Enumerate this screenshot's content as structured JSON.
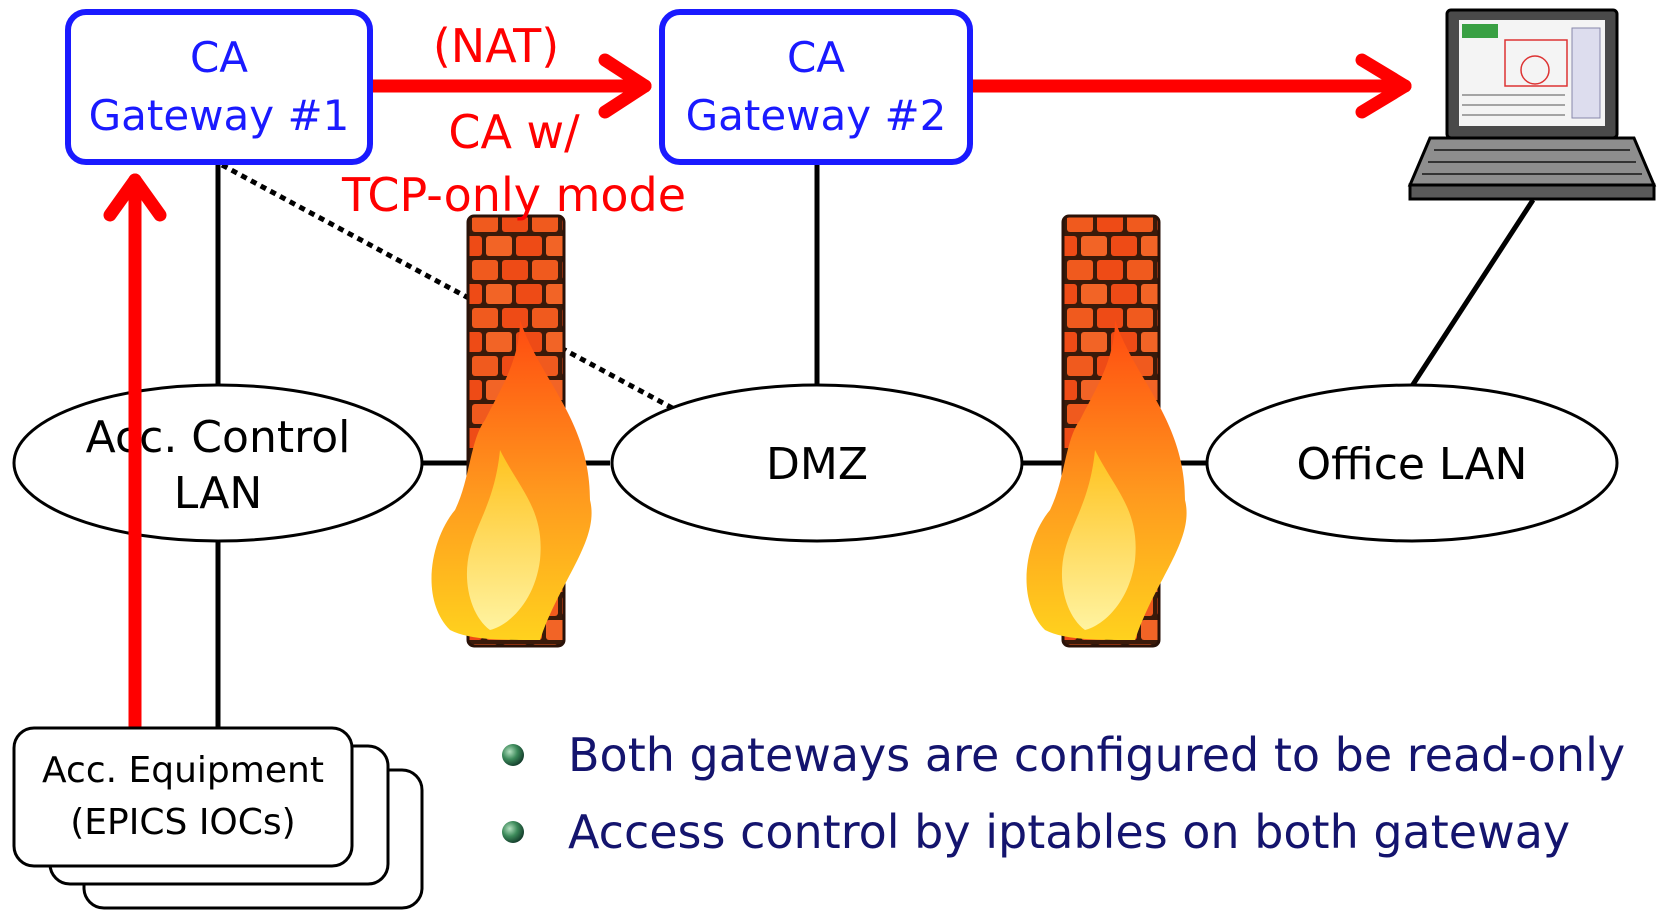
{
  "gateway1": {
    "line1": "CA",
    "line2": "Gateway #1"
  },
  "gateway2": {
    "line1": "CA",
    "line2": "Gateway #2"
  },
  "link_label": {
    "top": "(NAT)",
    "line1": "CA w/",
    "line2": "TCP-only mode"
  },
  "networks": {
    "acc_control": {
      "line1": "Acc. Control",
      "line2": "LAN"
    },
    "dmz": {
      "label": "DMZ"
    },
    "office": {
      "label": "Office LAN"
    }
  },
  "equipment": {
    "line1": "Acc. Equipment",
    "line2": "(EPICS IOCs)"
  },
  "bullets": [
    "Both gateways are configured to be read-only",
    "Access control by iptables on both gateway"
  ],
  "colors": {
    "gateway_border": "#1a1aff",
    "flow_arrow": "#ff0000",
    "bullet_text": "#14146e"
  },
  "icons": [
    "firewall-icon",
    "laptop-icon",
    "bullet-icon"
  ]
}
